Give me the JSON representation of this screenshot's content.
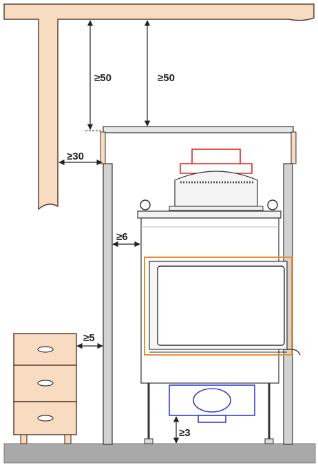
{
  "colors": {
    "wood": "#f8dcc2",
    "wood_edge": "#5a4030",
    "floor": "#a9a9a9",
    "wall_gray": "#d3d3d3",
    "stove_frame": "#e8912c",
    "chimney_red": "#e02020",
    "ash_box_blue": "#2f3fd6",
    "outline": "#333333"
  },
  "labels": {
    "ceiling_gap": "≥50",
    "hood_gap": "≥50",
    "beam_gap": "≥30",
    "side_gap": "≥6",
    "cabinet_gap": "≥5",
    "floor_gap": "≥3"
  }
}
